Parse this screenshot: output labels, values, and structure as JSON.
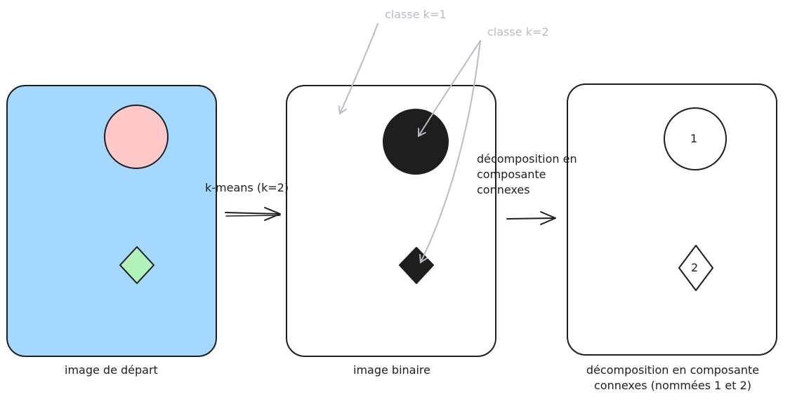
{
  "colors": {
    "stroke": "#1e1e1e",
    "blue_fill": "#a5d8ff",
    "pink_fill": "#ffc9c9",
    "green_fill": "#b2f2bb",
    "black_fill": "#1e1e1e",
    "annotation": "#b8bcc6"
  },
  "annotations": {
    "class1": "classe k=1",
    "class2": "classe k=2"
  },
  "arrows": {
    "kmeans": "k-means (k=2)",
    "decomp": "décomposition en\ncomposante\nconnexes"
  },
  "panels": {
    "start_caption": "image de départ",
    "binary_caption": "image binaire",
    "components_caption": "décomposition en composante\nconnexes (nommées 1 et 2)",
    "component_1_label": "1",
    "component_2_label": "2"
  }
}
